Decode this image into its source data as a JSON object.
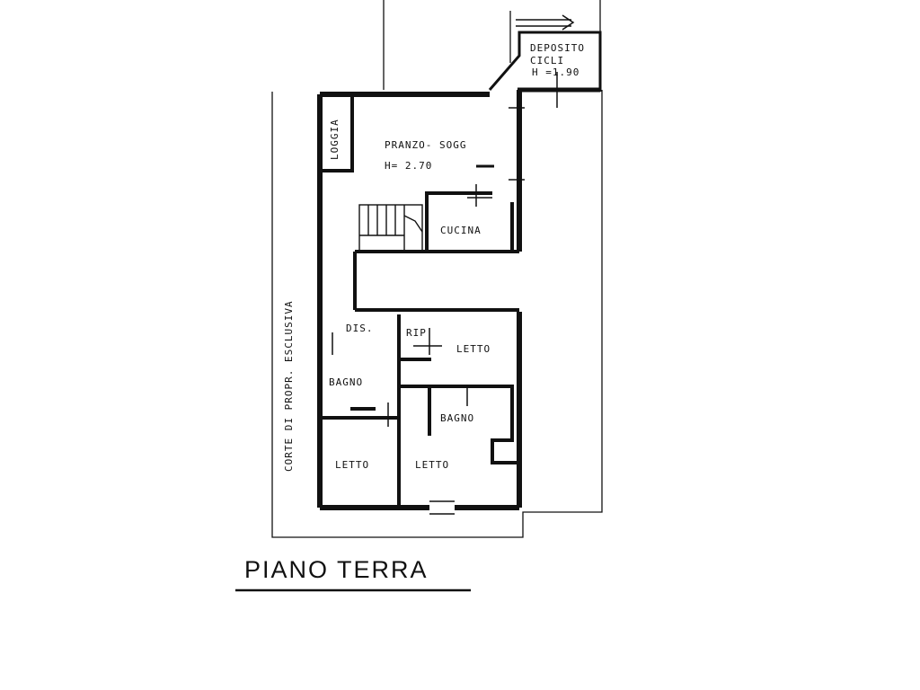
{
  "plan": {
    "title": "PIANO TERRA",
    "court_label": "CORTE DI PROPR. ESCLUSIVA",
    "rooms": {
      "deposito": "DEPOSITO",
      "cicli": "CICLI",
      "deposito_height": "H =1.90",
      "loggia": "LOGGIA",
      "pranzo": "PRANZO- SOGG",
      "pranzo_height": "H= 2.70",
      "cucina": "CUCINA",
      "dis": "DIS.",
      "rip": "RIP",
      "letto_1": "LETTO",
      "bagno_1": "BAGNO",
      "bagno_2": "BAGNO",
      "letto_2": "LETTO",
      "letto_3": "LETTO"
    },
    "colors": {
      "ink": "#111111",
      "paper": "#ffffff"
    }
  }
}
